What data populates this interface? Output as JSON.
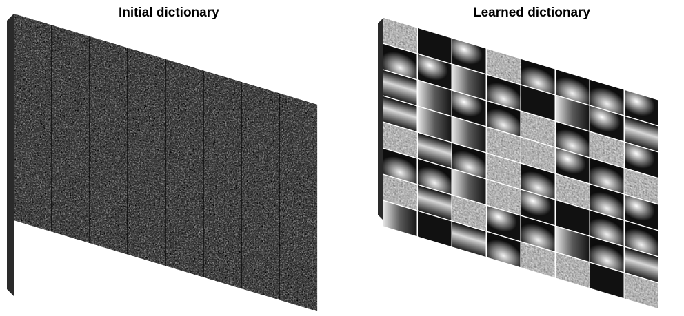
{
  "panels": [
    {
      "title": "Initial dictionary",
      "style": "sparse-noise"
    },
    {
      "title": "Learned dictionary",
      "style": "texture-and-smooth"
    }
  ],
  "grid": {
    "rows": 8,
    "cols": 8
  },
  "colors": {
    "background": "#ffffff",
    "slab_dark": "#0b0b0b",
    "edge": "#3a3a3a"
  }
}
